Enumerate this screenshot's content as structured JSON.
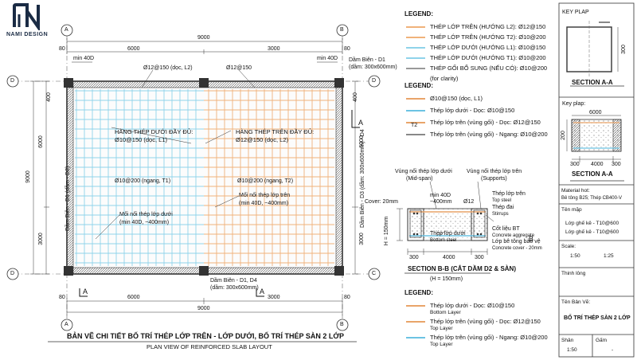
{
  "brand": {
    "name": "NAMI DESIGN"
  },
  "grid": {
    "a": "A",
    "b": "B",
    "d": "D",
    "c": "C"
  },
  "dims": {
    "top_total": "9000",
    "top_left": "6000",
    "top_right": "3000",
    "top_80a": "80",
    "top_80b": "80",
    "bot_total": "9000",
    "bot_left": "6000",
    "bot_right": "3000",
    "bot_80a": "80",
    "bot_80b": "80",
    "left_total": "9000",
    "left_top": "6000",
    "left_bot": "3000",
    "left_400": "400",
    "right_top": "6000",
    "right_bot": "3000",
    "right_400": "400",
    "min40_left": "min 40D",
    "min40_right": "min 40D"
  },
  "plan": {
    "beam_top": "Dầm Biên - D1",
    "beam_top_size": "(dầm: 300x600mm)",
    "beam_bottom": "Dầm Biên - D1, D4",
    "beam_bottom_size": "(dầm: 300x600mm)",
    "beam_left": "Dầm Biên - D1   (dầm - D2)",
    "beam_right": "Dầm Biên - D3  (dầm: 300x600mm) - D4",
    "top_rebar_left": "Ø12@150 (dọc, L2)",
    "top_rebar_right": "Ø12@150",
    "under_left_title": "HÀNG THÉP DƯỚI ĐẦY ĐỦ:",
    "under_left_val": "Ø10@150 (dọc, L1)",
    "top_right_title": "HÀNG THÉP TRÊN ĐẦY ĐỦ:",
    "top_right_val": "Ø12@150 (dọc, L2)",
    "mid_left": "Ø10@200 (ngang, T1)",
    "mid_right": "Ø10@200 (ngang, T2)",
    "splice_top_title": "Mối nối thép lớp trên",
    "splice_top_val": "(min 40D, ~400mm)",
    "splice_bot_title": "Mối nối thép lớp dưới",
    "splice_bot_val": "(min 40D, ~400mm)",
    "sec_a": "A",
    "sec_a2": "A",
    "sec_a3": "A"
  },
  "title": {
    "vn": "BẢN VẼ CHI TIẾT BỐ TRÍ THÉP LỚP TRÊN - LỚP DƯỚI, BỐ TRÍ THÉP SÀN 2 LỚP",
    "en": "PLAN VIEW OF REINFORCED SLAB LAYOUT"
  },
  "legend1": {
    "title": "LEGEND:",
    "items": [
      {
        "label": "THÉP LỚP TRÊN (HƯỚNG L2): Ø12@150",
        "color": "#f0b27a"
      },
      {
        "label": "THÉP LỚP TRÊN (HƯỚNG T2): Ø10@200",
        "color": "#f0b27a"
      },
      {
        "label": "THÉP LỚP DƯỚI (HƯỚNG L1): Ø10@150",
        "color": "#8fd3ea"
      },
      {
        "label": "THÉP LỚP DƯỚI (HƯỚNG T1): Ø10@200",
        "color": "#8fd3ea"
      },
      {
        "label": "THÉP GỐI BỔ SUNG (NẾU CÓ): Ø10@200",
        "color": "#999999"
      },
      {
        "label": "(for clarity)",
        "color": ""
      }
    ]
  },
  "legend2": {
    "title": "LEGEND:",
    "items": [
      {
        "label": "Ø10@150 (dọc, L1)",
        "color": "#e9a469"
      },
      {
        "label": "Thép lớp dưới - Dọc: Ø10@150",
        "color": "#6cc3e3"
      },
      {
        "label": "Thép lớp trên (vùng gối) - Dọc: Ø12@150",
        "color": "#e9a469"
      },
      {
        "label": "Thép lớp trên (vùng gối) - Ngang: Ø10@200",
        "color": "#888888"
      }
    ],
    "t2": "T2"
  },
  "section_bb": {
    "mid": "Vùng nối thép lớp dưới",
    "mid2": "(Mid-span)",
    "sup": "Vùng nối thép lớp trên",
    "sup2": "(Supports)",
    "cover": "Cover: 20mm",
    "min40": "min 40D",
    "approx": "~400mm",
    "phi": "Ø12",
    "top_steel": "Thép lớp trên",
    "top_steel_en": "Top steel",
    "stirrup": "Thép đai",
    "stirrup_en": "Stirrups",
    "bottom_steel": "Thép lớp dưới",
    "bottom_steel_en": "Bottom steel",
    "agg": "Cốt liệu BT",
    "agg_en": "Concrete aggregate",
    "cover_layer": "Lớp bê tông bảo vệ",
    "cover_layer_en": "Concrete cover - 20mm",
    "h": "H = 150mm",
    "d300a": "300",
    "d4000": "4000",
    "d300b": "300",
    "caption": "SECTION B-B (CẮT DẦM D2 & SÀN)",
    "caption2": "(H = 150mm)",
    "label_b": "B"
  },
  "legend3": {
    "title": "LEGEND:",
    "items": [
      {
        "label": "Thép lớp dưới - Dọc: Ø10@150",
        "sub": "Bottom Layer",
        "color": "#e9a469"
      },
      {
        "label": "Thép lớp trên (vùng gối) - Dọc: Ø12@150",
        "sub": "Top Layer",
        "color": "#e9a469"
      },
      {
        "label": "Thép lớp trên (vùng gối) - Ngang: Ø10@200",
        "sub": "Top Layer",
        "color": "#6cc3e3"
      }
    ]
  },
  "panel": {
    "key_plan": "KEY PLAP",
    "dim300": "300",
    "sec_aa": "SECTION A-A",
    "key_plan2": "Key plap:",
    "dim6000": "6000",
    "dim200": "200",
    "dim300b": "300",
    "dim4000": "4000",
    "dim300c": "300",
    "sec_aa2": "SECTION A-A",
    "mat_title": "Material hot:",
    "mat_val": "Bê tông B25; Thép CB400-V",
    "name_title": "Tên mặp",
    "name_1": "Lớp ghế kê - T10@600",
    "name_2": "Lớp ghế kê - T10@600",
    "scale_title": "Scale:",
    "scale_1": "1:50",
    "scale_2": "1:25",
    "thinh": "Thinh lông",
    "ten_ban_ve_label": "Tên Bản Vẽ:",
    "ten_ban_ve": "BỐ TRÍ THÉP SÀN 2 LỚP",
    "shan": "Shân",
    "gam": "Gấm",
    "scale_3": "1:50",
    "dash": "-"
  }
}
